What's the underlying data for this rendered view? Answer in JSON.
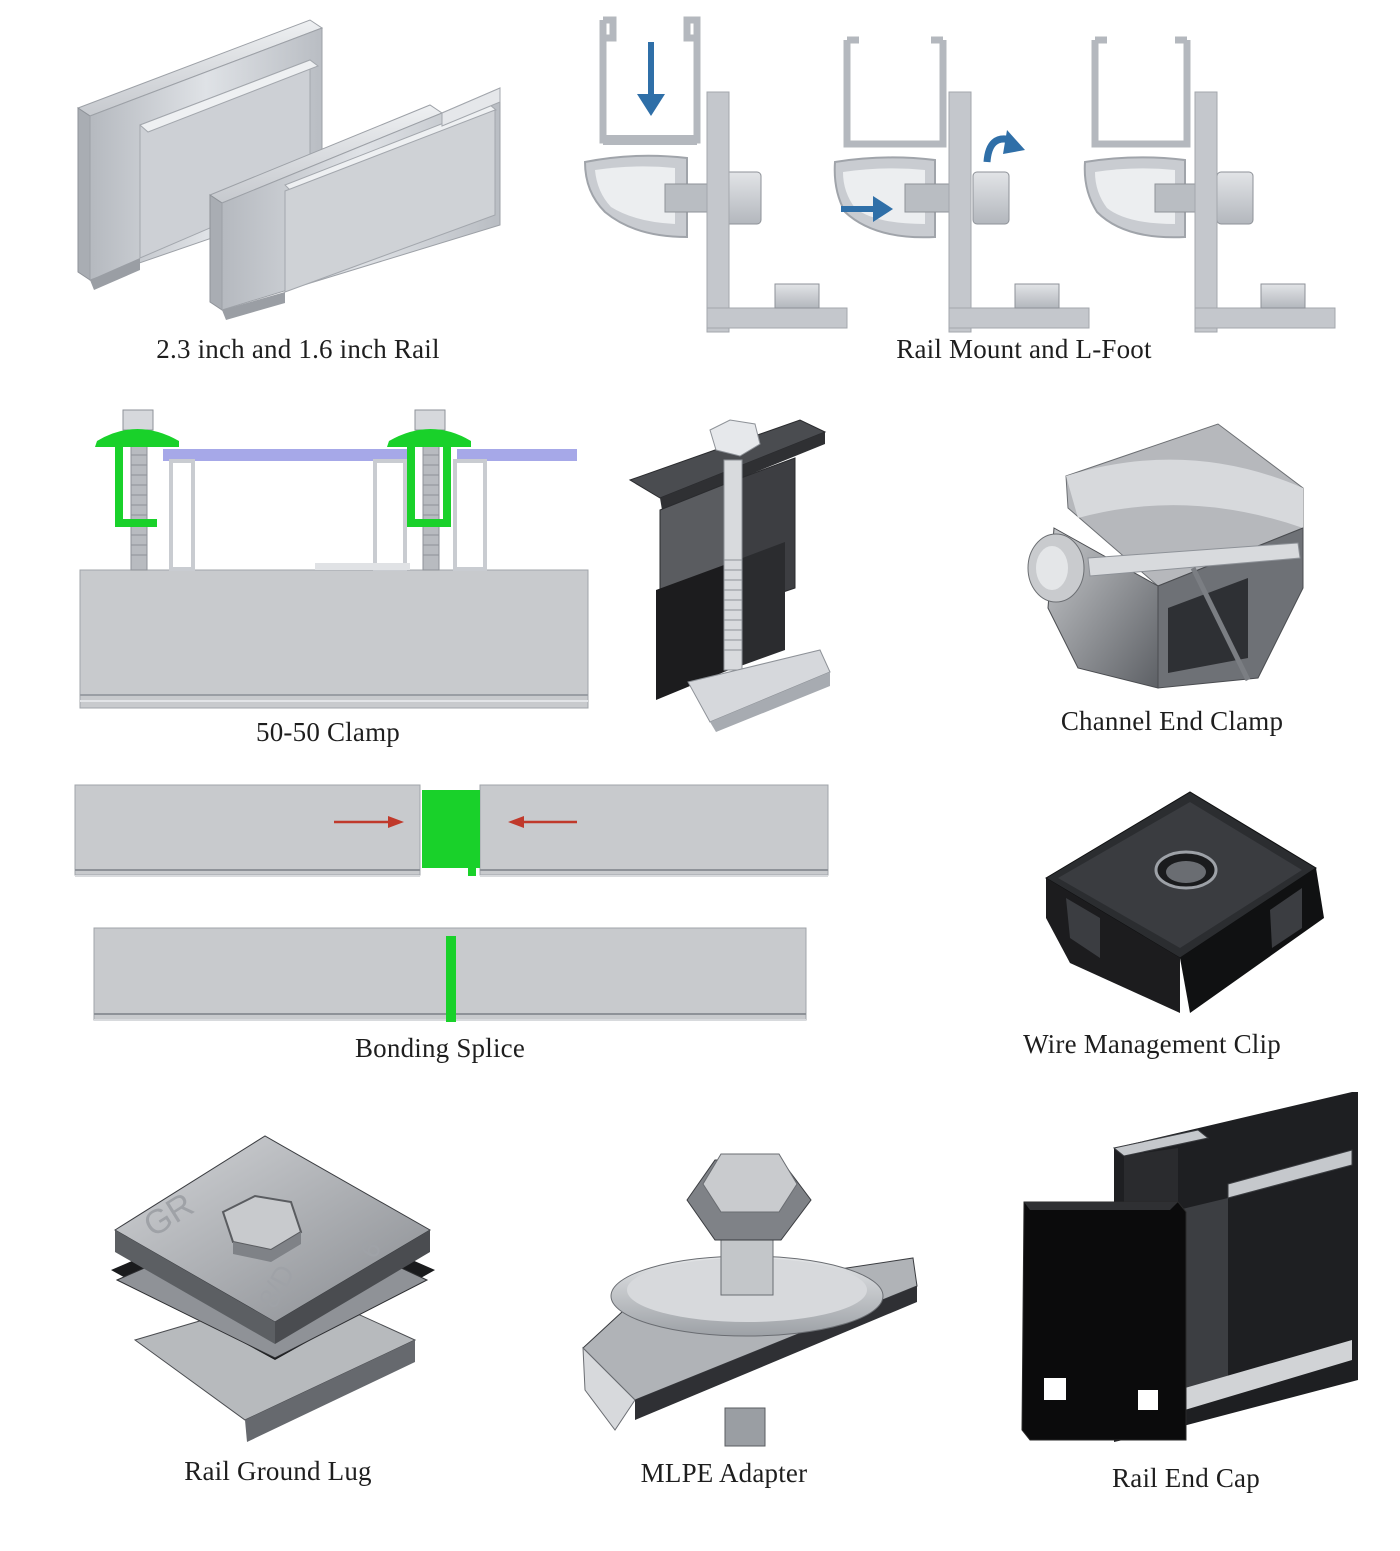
{
  "captions": {
    "rail": "2.3 inch and 1.6 inch Rail",
    "rail_mount": "Rail Mount and L-Foot",
    "clamp_5050": "50-50 Clamp",
    "channel_end_clamp": "Channel End Clamp",
    "bonding_splice": "Bonding Splice",
    "wire_clip": "Wire Management Clip",
    "ground_lug": "Rail Ground Lug",
    "mlpe_adapter": "MLPE Adapter",
    "end_cap": "Rail End Cap"
  },
  "lug_markings": {
    "brand": "GR",
    "size": "8/D",
    "number": "6"
  },
  "colors": {
    "aluminum": "#c4c7cc",
    "aluminum_dark": "#8e9298",
    "highlight_green": "#19d12a",
    "arrow_blue": "#2f6fa8",
    "arrow_red": "#c0392b",
    "panel_glass": "#a6a8e8",
    "black_part": "#1c1c1e"
  }
}
